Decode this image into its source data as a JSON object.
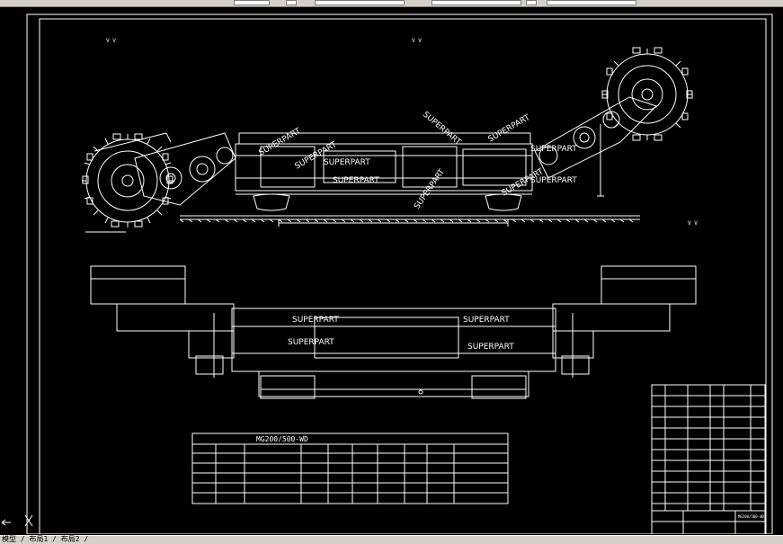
{
  "drawing": {
    "title_block_heading": "MG200/500-WD",
    "watermark": "SUPERPART",
    "dimension_mark": "V V",
    "bom_code": "MG200/500-WD"
  },
  "status_bar": {
    "text": "模型 / 布局1 / 布局2 /"
  },
  "colors": {
    "background": "#000000",
    "line": "#ffffff",
    "ui_gray": "#d4d0c8"
  }
}
